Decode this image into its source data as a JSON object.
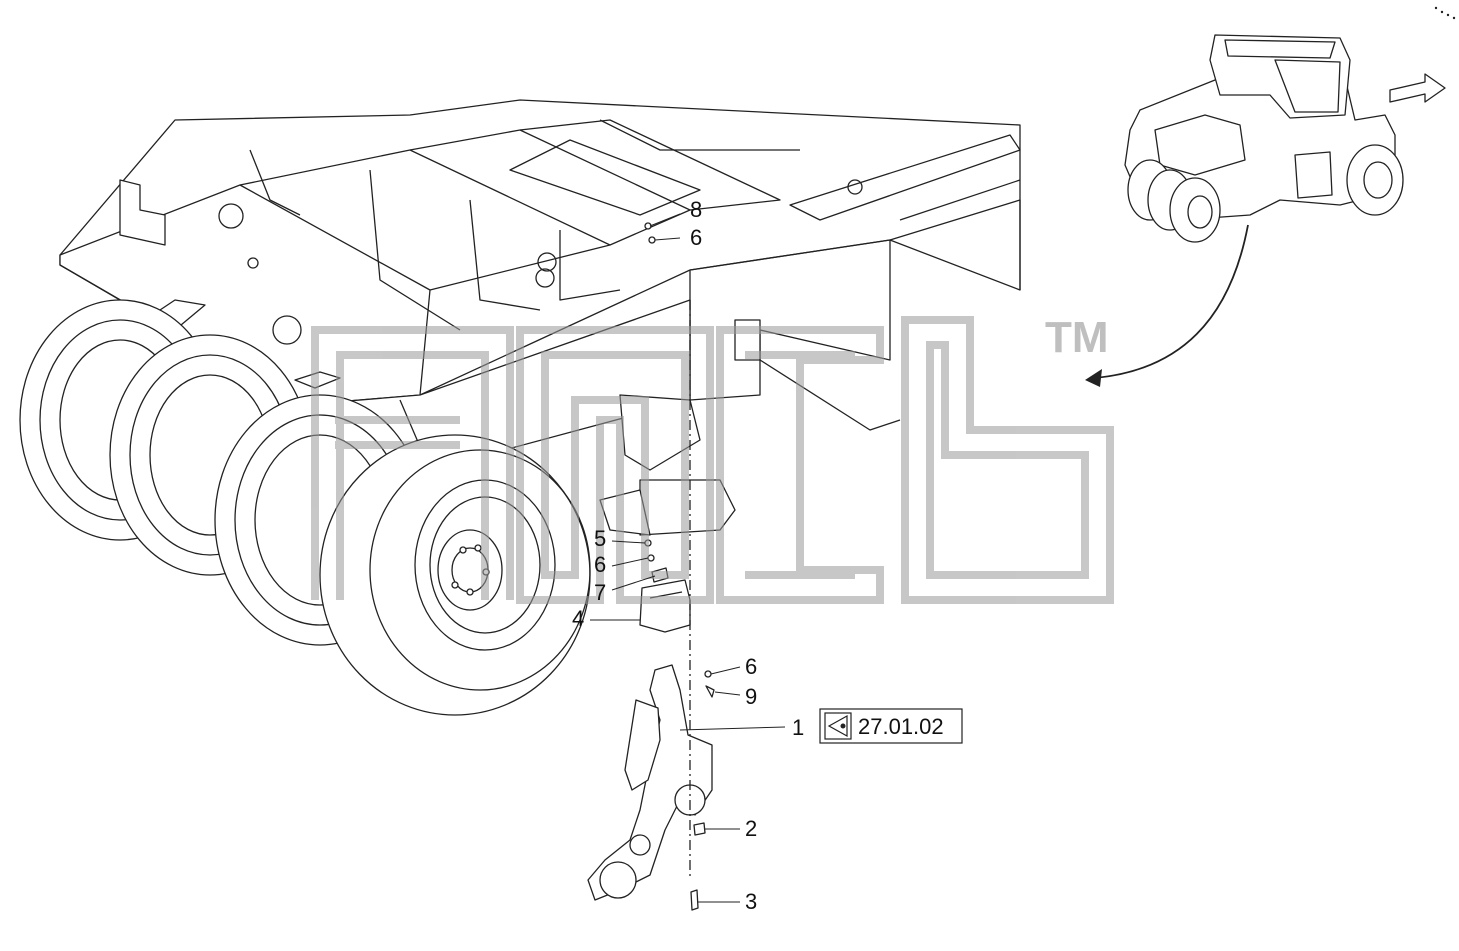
{
  "diagram": {
    "callouts": [
      {
        "id": "c8",
        "text": "8"
      },
      {
        "id": "c6a",
        "text": "6"
      },
      {
        "id": "c5",
        "text": "5"
      },
      {
        "id": "c6b",
        "text": "6"
      },
      {
        "id": "c7",
        "text": "7"
      },
      {
        "id": "c4",
        "text": "4"
      },
      {
        "id": "c6c",
        "text": "6"
      },
      {
        "id": "c9",
        "text": "9"
      },
      {
        "id": "c1",
        "text": "1"
      },
      {
        "id": "c2",
        "text": "2"
      },
      {
        "id": "c3",
        "text": "3"
      }
    ],
    "reference": {
      "text": "27.01.02",
      "icon": "view-reference-icon"
    },
    "watermark": {
      "mark": "TM",
      "logo": "watermark-logo"
    },
    "colors": {
      "line": "#222222",
      "watermark": "#9a9a9a"
    }
  }
}
